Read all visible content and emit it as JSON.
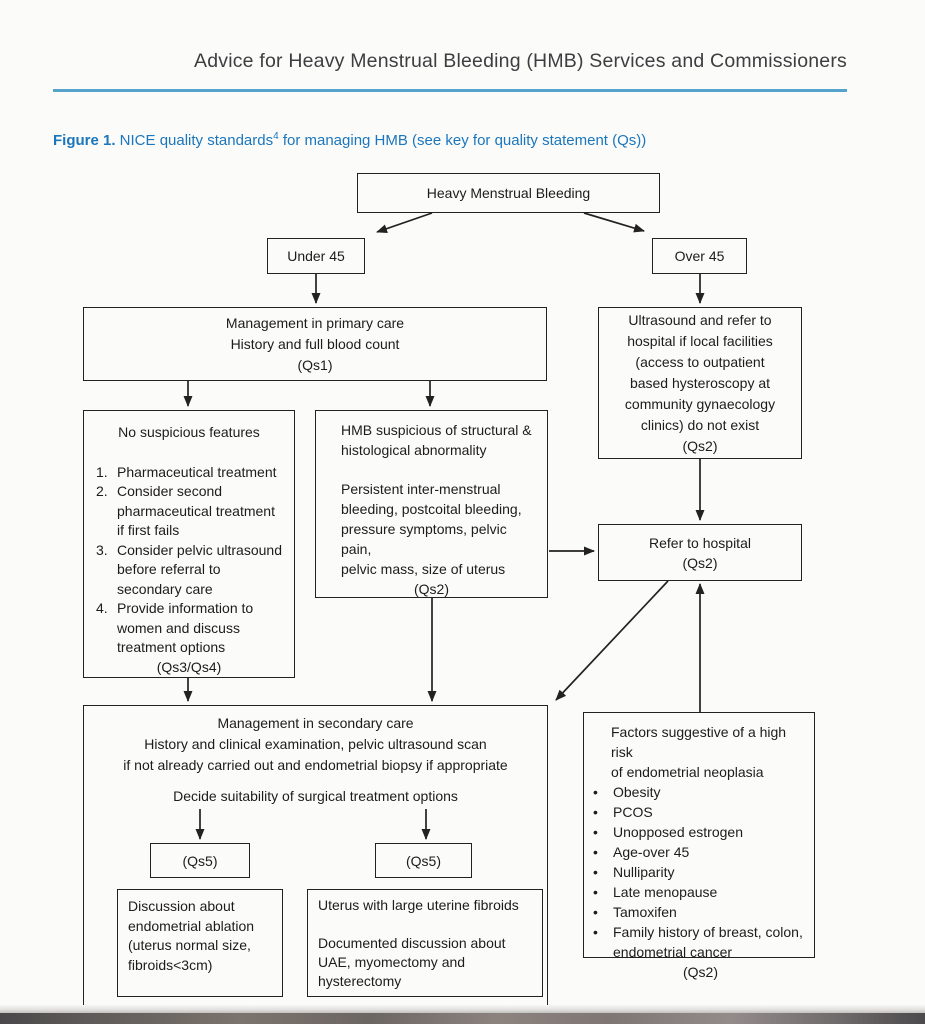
{
  "header": {
    "title": "Advice for Heavy Menstrual Bleeding (HMB) Services and Commissioners"
  },
  "figure_caption": {
    "label": "Figure 1.",
    "text": " NICE quality standards",
    "superscript": "4",
    "text_after": " for managing HMB (see key for quality statement (Qs))"
  },
  "colors": {
    "caption_blue": "#1b76bc",
    "rule_blue": "#55a3cb",
    "line_black": "#232220"
  },
  "flowchart": {
    "hmb": "Heavy Menstrual Bleeding",
    "under_45": "Under 45",
    "over_45": "Over 45",
    "primary_care": "Management in primary care\nHistory and full blood count\n(Qs1)",
    "ultrasound": "Ultrasound and refer to\nhospital if local facilities\n(access to outpatient\nbased hysteroscopy at\ncommunity gynaecology\nclinics) do not exist\n(Qs2)",
    "no_suspicious": {
      "heading": "No suspicious features",
      "items": [
        {
          "num": "1.",
          "text": "Pharmaceutical treatment"
        },
        {
          "num": "2.",
          "text": "Consider second\npharmaceutical treatment\nif first fails"
        },
        {
          "num": "3.",
          "text": "Consider pelvic ultrasound\nbefore referral to\nsecondary care"
        },
        {
          "num": "4.",
          "text": "Provide information to\nwomen and discuss\ntreatment options"
        }
      ],
      "footer": "(Qs3/Qs4)"
    },
    "hmb_suspicious": {
      "para1": "HMB suspicious of structural &\nhistological abnormality",
      "para2": "Persistent inter-menstrual\nbleeding, postcoital bleeding,\npressure symptoms, pelvic pain,\npelvic mass, size of uterus",
      "footer": "(Qs2)"
    },
    "refer_hospital": "Refer to hospital\n(Qs2)",
    "secondary_care": {
      "header": "Management in secondary care\nHistory and clinical examination, pelvic ultrasound scan\nif not already carried out and endometrial biopsy if appropriate",
      "decide": "Decide suitability of surgical treatment options",
      "qs5_left": "(Qs5)",
      "qs5_right": "(Qs5)",
      "ablation": "Discussion about\nendometrial ablation\n(uterus normal size,\nfibroids<3cm)",
      "fibroids": "Uterus with large uterine fibroids\n\nDocumented discussion about\nUAE, myomectomy and\nhysterectomy"
    },
    "factors": {
      "heading": "Factors suggestive of a high risk\nof endometrial neoplasia",
      "bullet": "•",
      "bullets": [
        "Obesity",
        "PCOS",
        "Unopposed estrogen",
        "Age-over 45",
        "Nulliparity",
        "Late menopause",
        "Tamoxifen",
        "Family history of breast, colon,\nendometrial cancer"
      ],
      "footer": "(Qs2)"
    }
  }
}
